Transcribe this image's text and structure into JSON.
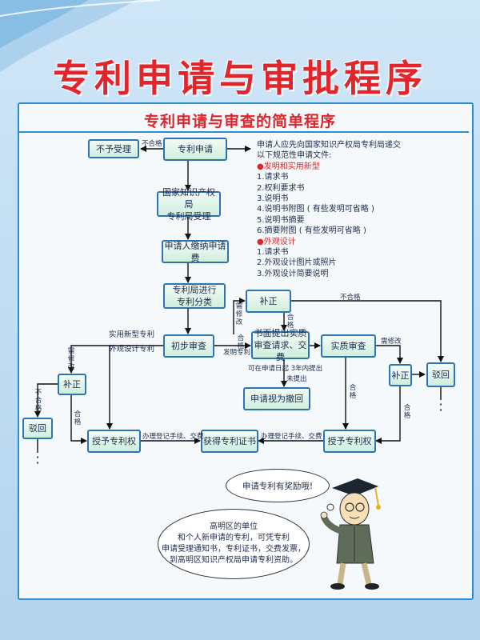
{
  "title": "专利申请与审批程序",
  "subtitle": "专利申请与审查的简单程序",
  "boxes": {
    "reject": "不予受理",
    "apply": "专利申请",
    "accept_line1": "国家知识产权局",
    "accept_line2": "专利局受理",
    "fee": "申请人缴纳申请费",
    "classify_line1": "专利局进行",
    "classify_line2": "专利分类",
    "correct_top": "补正",
    "prelim": "初步审查",
    "request_line1": "书面提出实质",
    "request_line2": "审查请求、交费",
    "substantive": "实质审查",
    "correct_left": "补正",
    "reject_left": "驳回",
    "grant_left": "授予专利权",
    "certificate": "获得专利证书",
    "grant_right": "授予专利权",
    "correct_right": "补正",
    "reject_right": "驳回",
    "withdrawn": "申请视为撤回"
  },
  "labels": {
    "fail_reject": "不合格",
    "fail_top": "不合格",
    "need_fix_top": "需修改",
    "pass_top": "合格",
    "utility_line1": "实用新型专利",
    "utility_line2": "外观设计专利",
    "need_fix_left": "需修改",
    "pass_prelim": "合格",
    "invention": "发明专利",
    "within_years": "可在申请日起 3年内提出",
    "not_filed": "未提出",
    "need_fix_right": "需修改",
    "pass_sub": "合格",
    "pass_right": "合格",
    "fail_left": "不合格",
    "pass_left": "合格",
    "register_left": "办理登记手续、交费",
    "register_right": "办理登记手续、交费"
  },
  "requirements": {
    "intro_line1": "申请人应先向国家知识产权局专利局递交",
    "intro_line2": "以下规范性申请文件:",
    "invention_title": "发明和实用新型",
    "invention_items": [
      "1.请求书",
      "2.权利要求书",
      "3.说明书",
      "4.说明书附图 ( 有些发明可省略 )",
      "5.说明书摘要",
      "6.摘要附图 ( 有些发明可省略 )"
    ],
    "design_title": "外观设计",
    "design_items": [
      "1.请求书",
      "2.外观设计图片或照片",
      "3.外观设计简要说明"
    ]
  },
  "bubbles": {
    "reward": "申请专利有奖励哦!",
    "info_line1": "高明区的单位",
    "info_line2": "和个人新申请的专利，可凭专利",
    "info_line3": "申请受理通知书，专利证书，交费发票，",
    "info_line4": "到高明区知识产权局申请专利资助。"
  }
}
